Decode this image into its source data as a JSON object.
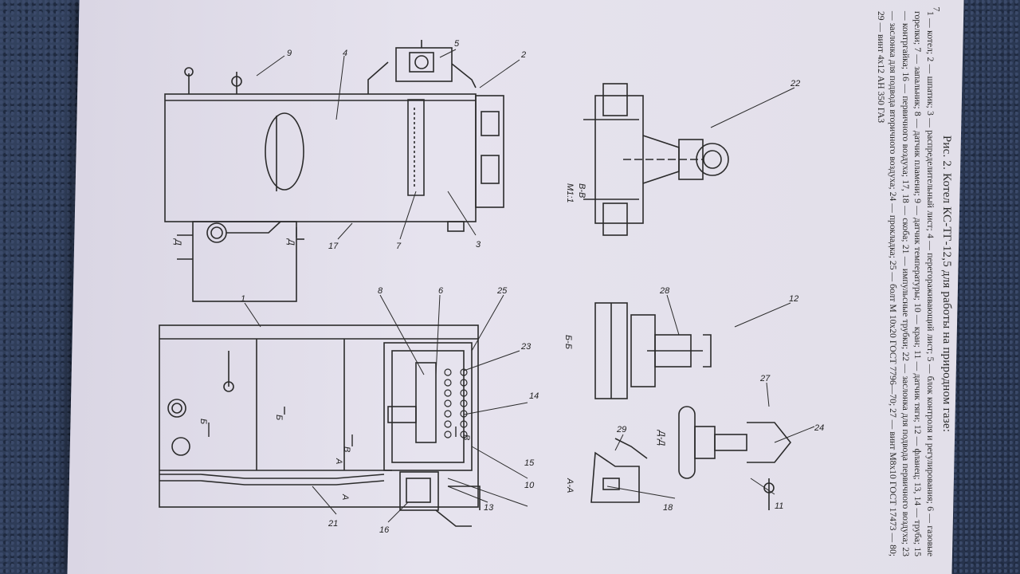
{
  "caption": {
    "title": "Рис. 2. Котел КС-ТГ-12,5 для работы на природном газе:",
    "text": "1 — котел; 2 — шпатик; 3 — распределительный лист; 4 — перегораживающий лист; 5 — блок контроля и регулирования; 6 — газовые горелки; 7 — запальник; 8 — датчик пламени; 9 — датчик температуры; 10 — кран; 11 — датчик тяги; 12 — фланец; 13, 14 — труба; 15 — контргайка; 16 — первичного воздуха; 17, 18 — скоба; 21 — импульсные трубки; 22 — заслонка для подвода первичного воздуха; 23 — заслонка для подвода вторичного воздуха; 24 — прокладка; 25 — болт М 10х20 ГОСТ 7796—70; 27 — винт М8х10 ГОСТ 17473 — 80; 29 — винт 4х12 АН 350 ГАЗ"
  },
  "page_number": "7",
  "labels": {
    "n1": "1",
    "n2": "2",
    "n3": "3",
    "n4": "4",
    "n5": "5",
    "n6": "6",
    "n7": "7",
    "n8": "8",
    "n9": "9",
    "n10": "10",
    "n11": "11",
    "n12": "12",
    "n13": "13",
    "n14": "14",
    "n15": "15",
    "n16": "16",
    "n17": "17",
    "n18": "18",
    "n21": "21",
    "n22": "22",
    "n23": "23",
    "n24": "24",
    "n25": "25",
    "n27": "27",
    "n28": "28",
    "n29": "29",
    "sec_aa": "А-А",
    "sec_bb": "Б-Б",
    "sec_vv": "В-В",
    "sec_dd": "Д-Д",
    "scale": "М1:1",
    "mark_b": "Б",
    "mark_v": "В",
    "mark_a": "А",
    "mark_d": "Д"
  }
}
